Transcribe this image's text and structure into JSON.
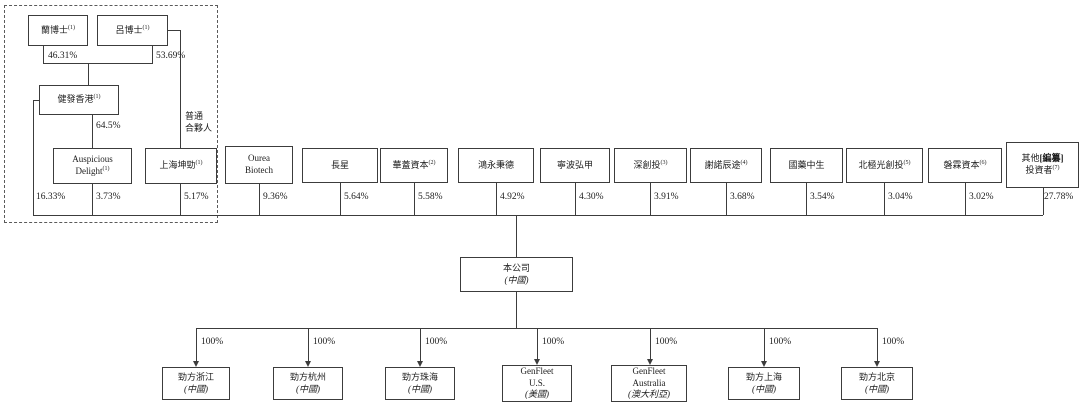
{
  "group": {
    "founders": [
      {
        "name": "蘭博士",
        "sup": "(1)",
        "pct": "46.31%"
      },
      {
        "name": "呂博士",
        "sup": "(1)",
        "pct": "53.69%"
      }
    ],
    "jianfa": {
      "name": "健發香港",
      "sup": "(1)",
      "pct_to_auspicious": "64.5%",
      "pct_to_company": "16.33%"
    },
    "auspicious": {
      "line1": "Auspicious",
      "line2": "Delight",
      "sup": "(1)",
      "pct": "3.73%"
    },
    "kunjin": {
      "name": "上海坤勁",
      "sup": "(1)",
      "pct": "5.17%",
      "role_line1": "普通",
      "role_line2": "合夥人"
    }
  },
  "shareholders": [
    {
      "line1": "Ourea",
      "line2": "Biotech",
      "pct": "9.36%"
    },
    {
      "name": "長星",
      "pct": "5.64%"
    },
    {
      "name": "華蓋資本",
      "sup": "(2)",
      "pct": "5.58%"
    },
    {
      "name": "鴻永秉德",
      "pct": "4.92%"
    },
    {
      "name": "寧波弘甲",
      "pct": "4.30%"
    },
    {
      "name": "深創投",
      "sup": "(3)",
      "pct": "3.91%"
    },
    {
      "name": "謝諾辰途",
      "sup": "(4)",
      "pct": "3.68%"
    },
    {
      "name": "國藥中生",
      "pct": "3.54%"
    },
    {
      "name": "北極光創投",
      "sup": "(5)",
      "pct": "3.04%"
    },
    {
      "name": "磐霖資本",
      "sup": "(6)",
      "pct": "3.02%"
    }
  ],
  "others": {
    "prefix": "其他",
    "redact": "[編纂]",
    "line2": "投資者",
    "sup": "(7)",
    "pct": "27.78%"
  },
  "company": {
    "name": "本公司",
    "place": "(中國)"
  },
  "subsidiaries": [
    {
      "name": "勁方浙江",
      "place": "(中國)",
      "pct": "100%"
    },
    {
      "name": "勁方杭州",
      "place": "(中國)",
      "pct": "100%"
    },
    {
      "name": "勁方珠海",
      "place": "(中國)",
      "pct": "100%"
    },
    {
      "line1": "GenFleet",
      "line2": "U.S.",
      "place": "(美國)",
      "pct": "100%"
    },
    {
      "line1": "GenFleet",
      "line2": "Australia",
      "place": "(澳大利亞)",
      "pct": "100%"
    },
    {
      "name": "勁方上海",
      "place": "(中國)",
      "pct": "100%"
    },
    {
      "name": "勁方北京",
      "place": "(中國)",
      "pct": "100%"
    }
  ]
}
